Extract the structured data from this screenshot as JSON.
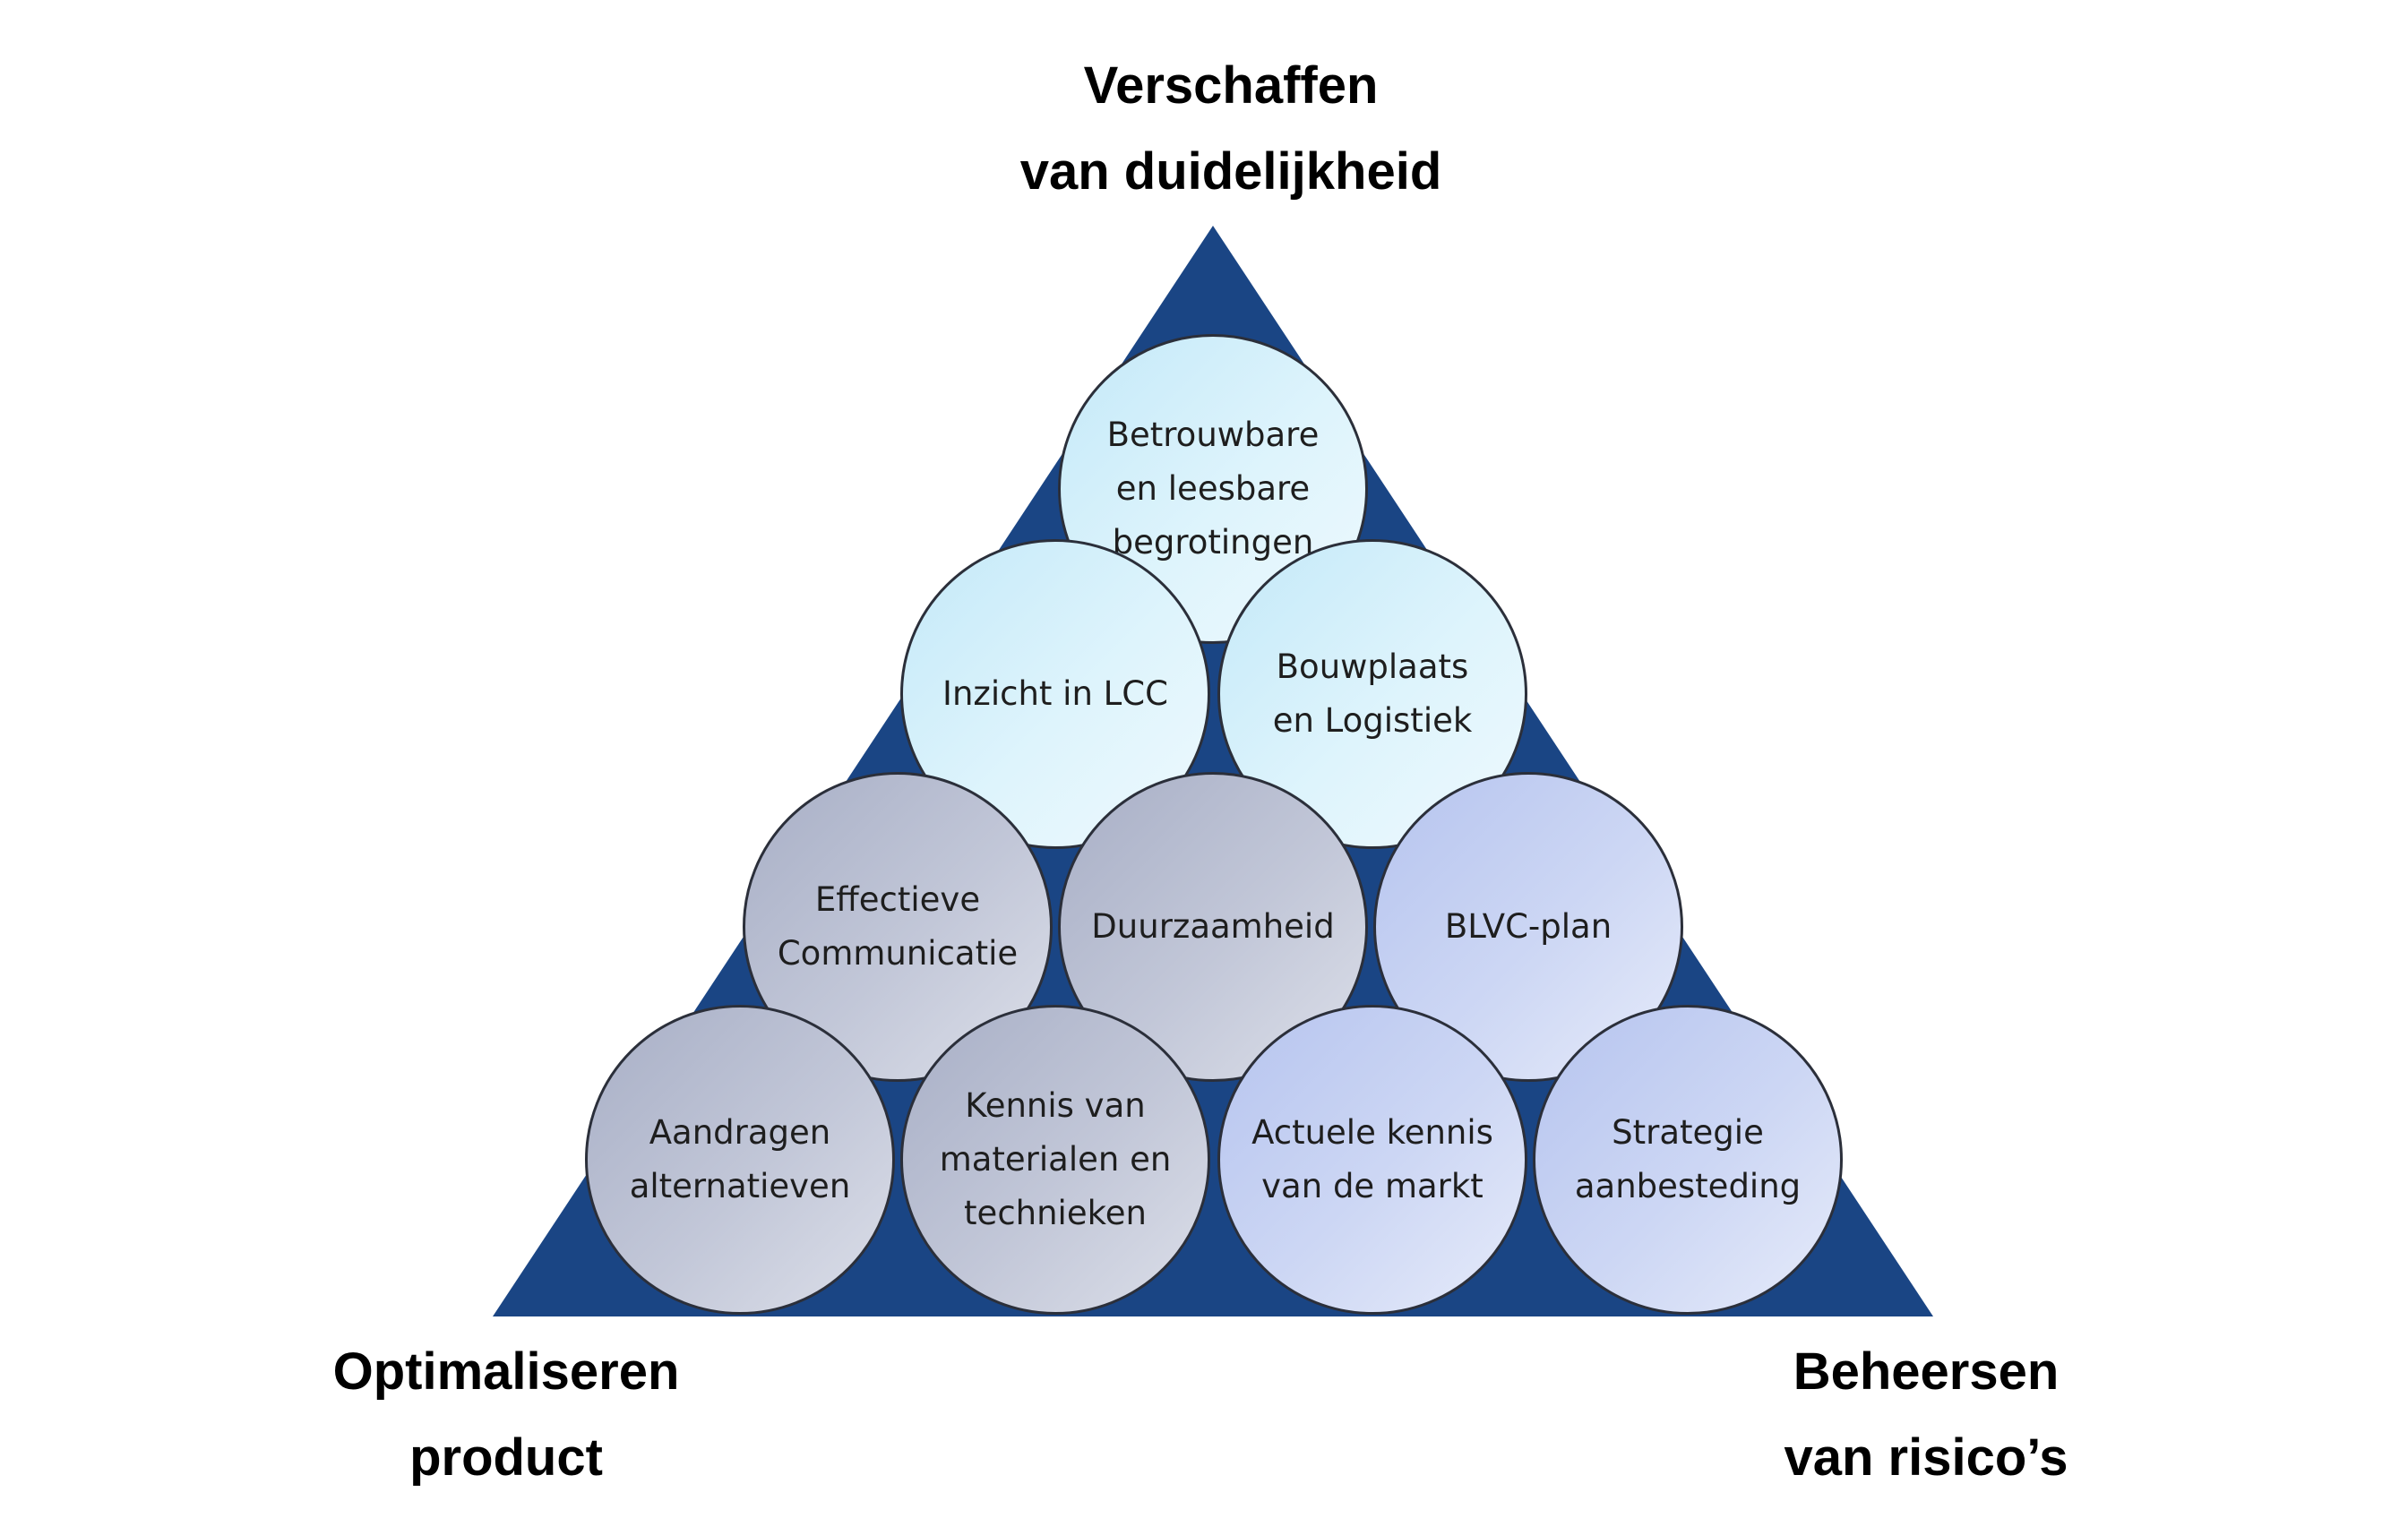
{
  "labels": {
    "top": [
      "Verschaffen",
      "van duidelijkheid"
    ],
    "bottom_left": [
      "Optimaliseren",
      "product"
    ],
    "bottom_right": [
      "Beheersen",
      "van risico’s"
    ]
  },
  "colors": {
    "triangle": "#1a4584",
    "circle_border": "#2b2f3a",
    "light_fill": "#d6f1fb",
    "grey_fill": "#bcc2d4",
    "blue_fill": "#c9d3f3"
  },
  "circles": [
    {
      "id": "begrotingen",
      "tone": "light",
      "lines": [
        "Betrouwbare",
        "en leesbare",
        "begrotingen"
      ]
    },
    {
      "id": "lcc",
      "tone": "light",
      "lines": [
        "Inzicht in LCC"
      ]
    },
    {
      "id": "bouwplaats",
      "tone": "light",
      "lines": [
        "Bouwplaats",
        "en Logistiek"
      ]
    },
    {
      "id": "communicatie",
      "tone": "grey",
      "lines": [
        "Effectieve",
        "Communicatie"
      ]
    },
    {
      "id": "duurzaamheid",
      "tone": "grey",
      "lines": [
        "Duurzaamheid"
      ]
    },
    {
      "id": "blvc",
      "tone": "blue",
      "lines": [
        "BLVC-plan"
      ]
    },
    {
      "id": "alternatieven",
      "tone": "grey",
      "lines": [
        "Aandragen",
        "alternatieven"
      ]
    },
    {
      "id": "materialen",
      "tone": "grey",
      "lines": [
        "Kennis van",
        "materialen en",
        "technieken"
      ]
    },
    {
      "id": "markt",
      "tone": "blue",
      "lines": [
        "Actuele kennis",
        "van de markt"
      ]
    },
    {
      "id": "aanbesteding",
      "tone": "blue",
      "lines": [
        "Strategie",
        "aanbesteding"
      ]
    }
  ]
}
